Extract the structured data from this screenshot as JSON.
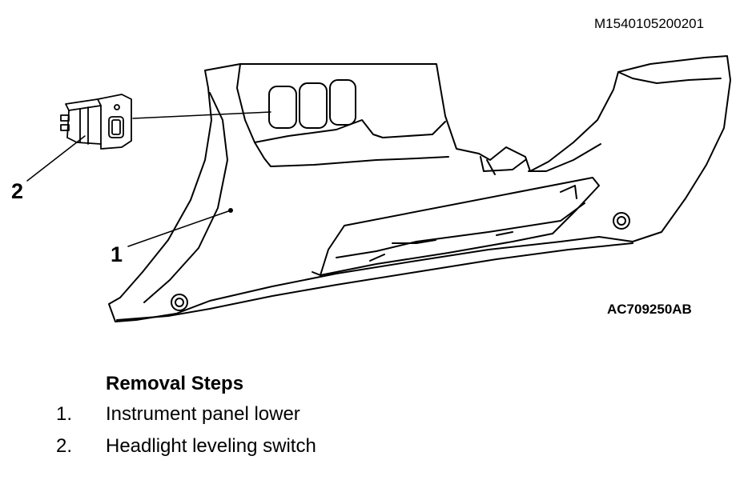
{
  "header": {
    "document_id": "M1540105200201"
  },
  "figure": {
    "code": "AC709250AB",
    "callouts": [
      "1",
      "2"
    ]
  },
  "removal": {
    "title": "Removal Steps",
    "steps": [
      {
        "num": "1.",
        "label": "Instrument panel lower"
      },
      {
        "num": "2.",
        "label": "Headlight leveling switch"
      }
    ]
  }
}
